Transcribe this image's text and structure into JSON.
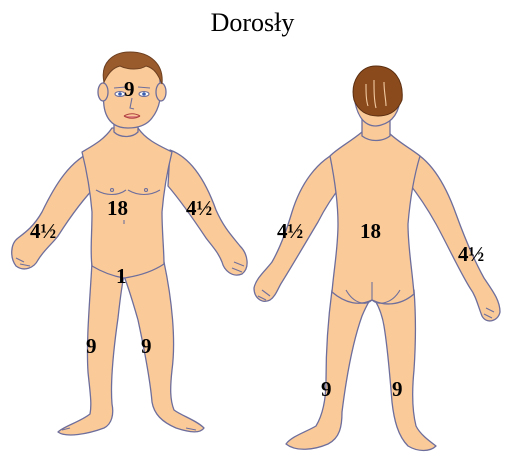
{
  "title": "Dorosły",
  "colors": {
    "skin": "#FACB99",
    "outline": "#6E6E9C",
    "hair": "#9A5B2C",
    "back_hair": "#8B4A1C"
  },
  "front": {
    "head": "9",
    "trunk": "18",
    "left_arm": "4½",
    "right_arm": "4½",
    "groin": "1",
    "left_leg": "9",
    "right_leg": "9"
  },
  "back": {
    "left_arm": "4½",
    "trunk": "18",
    "right_arm": "4½",
    "left_leg": "9",
    "right_leg": "9"
  }
}
